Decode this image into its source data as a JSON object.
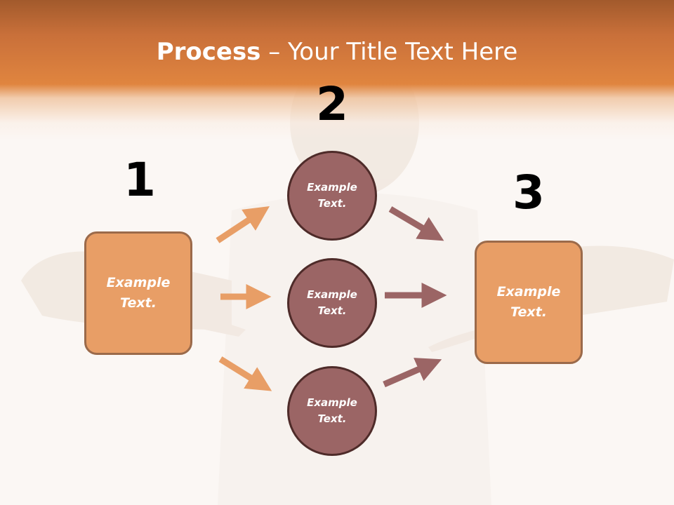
{
  "title": {
    "bold": "Process",
    "rest": " – Your Title Text Here"
  },
  "numbers": [
    "1",
    "2",
    "3"
  ],
  "step1": {
    "text": "Example\nText."
  },
  "step2": [
    {
      "text": "Example\nText."
    },
    {
      "text": "Example\nText."
    },
    {
      "text": "Example\nText."
    }
  ],
  "step3": {
    "text": "Example\nText."
  },
  "colors": {
    "header": "#e0853f",
    "box_fill": "#e89e66",
    "box_border": "#9b6a4a",
    "circle_fill": "#9b6565",
    "circle_border": "#4e2b29",
    "arrow_in": "#e89e66",
    "arrow_out": "#9b6565"
  }
}
